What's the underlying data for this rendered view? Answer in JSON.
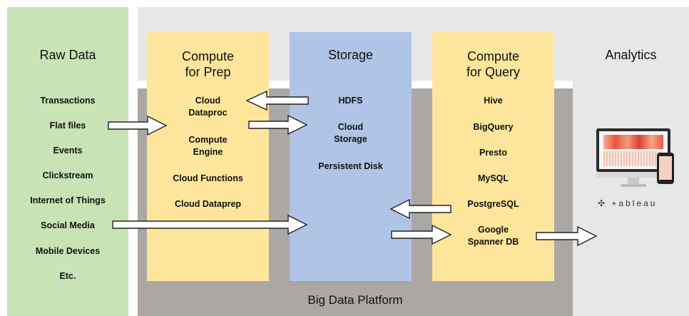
{
  "columns": {
    "raw_data": {
      "heading": "Raw Data",
      "items": [
        "Transactions",
        "Flat files",
        "Events",
        "Clickstream",
        "Internet of Things",
        "Social Media",
        "Mobile Devices",
        "Etc."
      ]
    },
    "compute_prep": {
      "heading": "Compute\nfor Prep",
      "items": [
        "Cloud\nDataproc",
        "Compute\nEngine",
        "Cloud Functions",
        "Cloud Dataprep"
      ]
    },
    "storage": {
      "heading": "Storage",
      "items": [
        "HDFS",
        "Cloud\nStorage",
        "Persistent Disk"
      ]
    },
    "compute_query": {
      "heading": "Compute\nfor Query",
      "items": [
        "Hive",
        "BigQuery",
        "Presto",
        "MySQL",
        "PostgreSQL",
        "Google\nSpanner DB"
      ]
    },
    "analytics": {
      "heading": "Analytics",
      "logo_text": "+ableau"
    }
  },
  "platform_label": "Big Data Platform",
  "colors": {
    "raw_bg": "#c8e3b5",
    "analytics_bg": "#e7e7e7",
    "platform_bg": "#aaa7a5",
    "compute_bg": "#fde69c",
    "storage_bg": "#b0c4e5"
  },
  "icons": [
    "monitor-icon",
    "phone-icon",
    "tableau-logo-icon"
  ]
}
